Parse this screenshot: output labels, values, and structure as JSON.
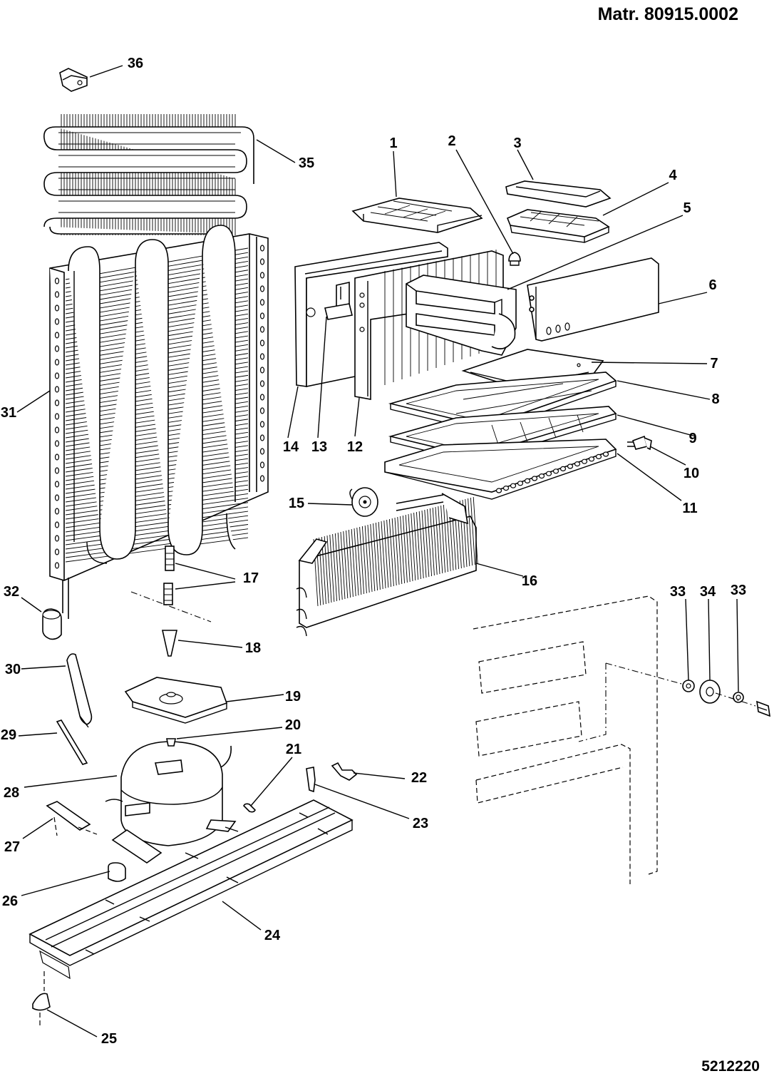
{
  "header": {
    "material_number": "Matr. 80915.0002"
  },
  "footer": {
    "drawing_number": "5212220"
  },
  "callouts": [
    "1",
    "2",
    "3",
    "4",
    "5",
    "6",
    "7",
    "8",
    "9",
    "10",
    "11",
    "12",
    "13",
    "14",
    "15",
    "16",
    "17",
    "18",
    "19",
    "20",
    "21",
    "22",
    "23",
    "24",
    "25",
    "26",
    "27",
    "28",
    "29",
    "30",
    "31",
    "32",
    "33",
    "34",
    "33",
    "35",
    "36"
  ]
}
